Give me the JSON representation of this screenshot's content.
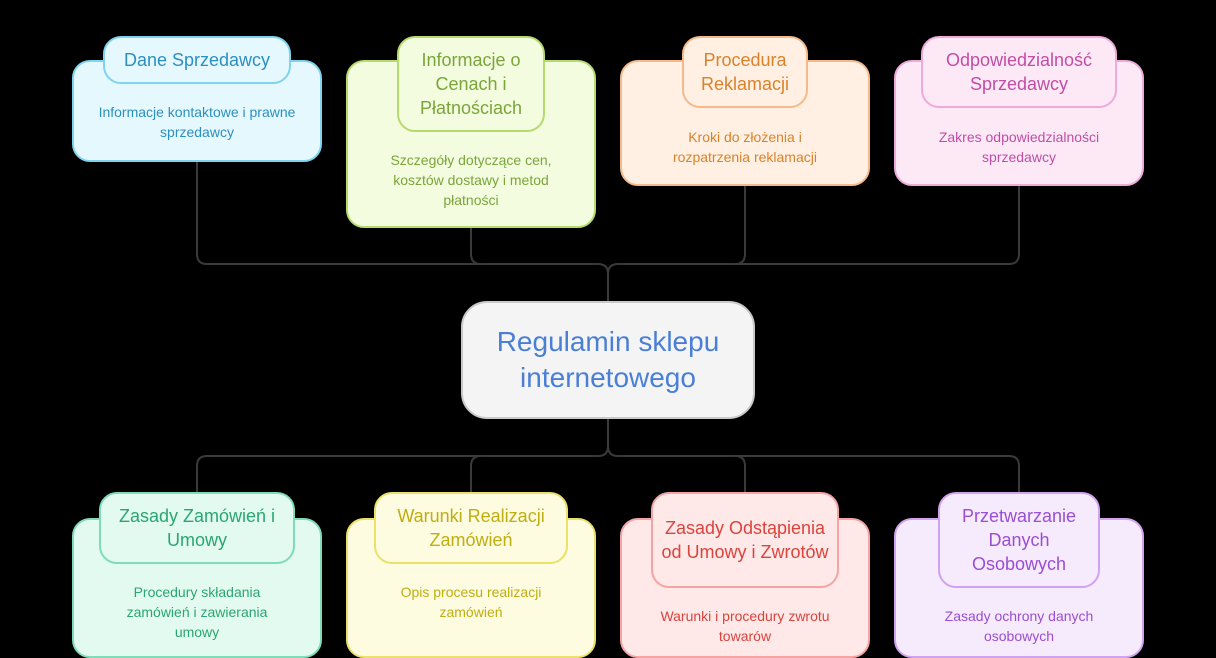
{
  "title": "Regulamin sklepu internetowego",
  "nodes": [
    {
      "title": "Dane Sprzedawcy",
      "description": "Informacje kontaktowe i prawne sprzedawcy",
      "border": "#7fd3ef",
      "fill": "#e4f8fe",
      "text": "#2d8fbf"
    },
    {
      "title": "Informacje o Cenach i Płatnościach",
      "description": "Szczegóły dotyczące cen, kosztów dostawy i metod płatności",
      "border": "#b5db6f",
      "fill": "#f3fcdf",
      "text": "#7aa53a"
    },
    {
      "title": "Procedura Reklamacji",
      "description": "Kroki do złożenia i rozpatrzenia reklamacji",
      "border": "#f5b98a",
      "fill": "#fff0e3",
      "text": "#d9822b"
    },
    {
      "title": "Odpowiedzialność Sprzedawcy",
      "description": "Zakres odpowiedzialności sprzedawcy",
      "border": "#eeaad9",
      "fill": "#fde9f6",
      "text": "#c04da6"
    },
    {
      "title": "Zasady Zamówień i Umowy",
      "description": "Procedury składania zamówień i zawierania umowy",
      "border": "#7fdbb8",
      "fill": "#e3faf0",
      "text": "#2aa672"
    },
    {
      "title": "Warunki Realizacji Zamówień",
      "description": "Opis procesu realizacji zamówień",
      "border": "#ebe16a",
      "fill": "#fdfbe0",
      "text": "#bfae12"
    },
    {
      "title": "Zasady Odstąpienia od Umowy i Zwrotów",
      "description": "Warunki i procedury zwrotu towarów",
      "border": "#f5a3a3",
      "fill": "#fee8e8",
      "text": "#d9443c"
    },
    {
      "title": "Przetwarzanie Danych Osobowych",
      "description": "Zasady ochrony danych osobowych",
      "border": "#cfa3ef",
      "fill": "#f6eafd",
      "text": "#9a4ed2"
    }
  ]
}
